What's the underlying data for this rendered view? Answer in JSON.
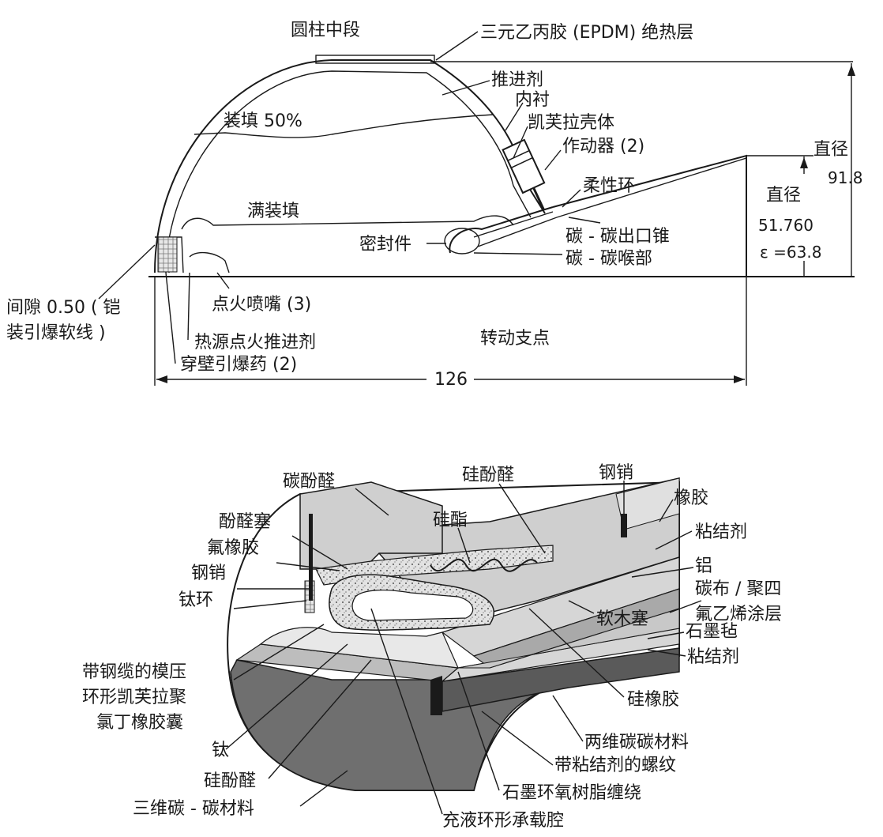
{
  "colors": {
    "ink": "#1a1a1a",
    "paper": "#ffffff",
    "light_fill": "#d6d6d6",
    "mid_fill": "#a9a9a9",
    "dark_fill": "#6f6f6f",
    "speckle_fill": "#c2c2c2"
  },
  "top_diagram": {
    "labels": {
      "cylinder_mid": "圆柱中段",
      "epdm_insulation": "三元乙丙胶 (EPDM) 绝热层",
      "propellant": "推进剂",
      "liner": "内衬",
      "kevlar_case": "凯芙拉壳体",
      "actuator": "作动器 (2)",
      "flex_ring": "柔性环",
      "fill_50": "装填 50%",
      "full_fill": "满装填",
      "seal": "密封件",
      "cc_exit_cone": "碳 - 碳出口锥",
      "cc_throat": "碳 - 碳喉部",
      "gap_line1": "间隙 0.50 ( 铠",
      "gap_line2": "装引爆软线 )",
      "igniter_nozzle": "点火喷嘴 (3)",
      "heat_ignition": "热源点火推进剂",
      "wall_charge": "穿壁引爆药 (2)",
      "pivot": "转动支点"
    },
    "dimensions": {
      "diam_outer_label": "直径",
      "diam_outer_value": "91.8",
      "diam_exit_label": "直径",
      "diam_exit_value": "51.760",
      "expansion_ratio": "ε =63.8",
      "length": "126"
    }
  },
  "bottom_diagram": {
    "labels": {
      "carbon_phenolic": "碳酚醛",
      "phenolic_plug": "酚醛塞",
      "fluororubber": "氟橡胶",
      "steel_pin_left": "钢销",
      "titanium_ring": "钛环",
      "molded_bladder_1": "带钢缆的模压",
      "molded_bladder_2": "环形凯芙拉聚",
      "molded_bladder_3": "氯丁橡胶囊",
      "titanium": "钛",
      "silica_phenolic_low": "硅酚醛",
      "three_d_cc": "三维碳 - 碳材料",
      "silicone_grease": "硅酯",
      "silica_phenolic_top": "硅酚醛",
      "steel_pin_right": "钢销",
      "rubber": "橡胶",
      "adhesive_upper": "粘结剂",
      "aluminum": "铝",
      "carbon_cloth_1": "碳布 / 聚四",
      "carbon_cloth_2": "氟乙烯涂层",
      "cork": "软木塞",
      "graphite_felt": "石墨毡",
      "adhesive_lower": "粘结剂",
      "silicone_rubber": "硅橡胶",
      "two_d_cc": "两维碳碳材料",
      "bonded_thread": "带粘结剂的螺纹",
      "graphite_epoxy": "石墨环氧树脂缠绕",
      "fluid_cavity": "充液环形承载腔"
    }
  }
}
